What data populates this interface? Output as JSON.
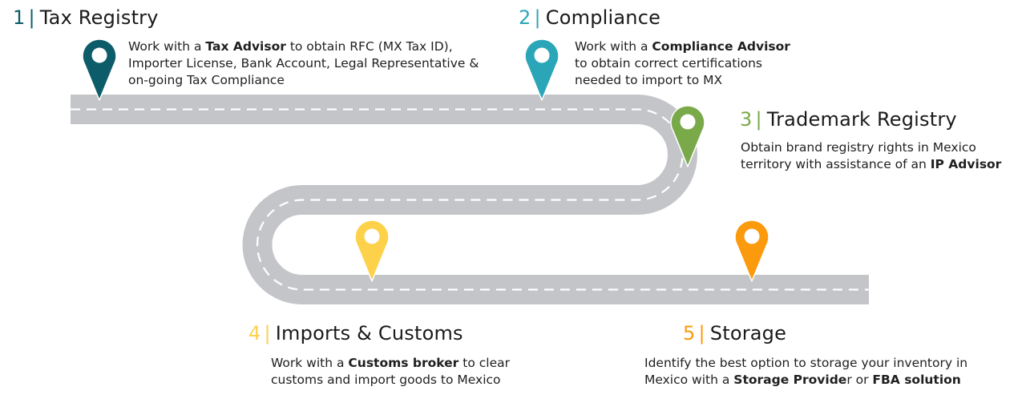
{
  "colors": {
    "road": "#c4c5c8",
    "road_marking": "#ffffff",
    "step1": "#0d5c69",
    "step2": "#2ba6b8",
    "step3": "#7aa94a",
    "step4": "#fdd14a",
    "step5": "#fb9a0d"
  },
  "steps": [
    {
      "number": "1",
      "separator": "|",
      "title": "Tax Registry",
      "icon": "map-pin-icon",
      "description": [
        {
          "text": "Work with a ",
          "bold": false
        },
        {
          "text": "Tax Advisor",
          "bold": true
        },
        {
          "text": " to obtain RFC (MX Tax ID),",
          "bold": false
        },
        {
          "br": true
        },
        {
          "text": "Importer License, Bank Account, Legal Representative &",
          "bold": false
        },
        {
          "br": true
        },
        {
          "text": "on-going Tax Compliance",
          "bold": false
        }
      ]
    },
    {
      "number": "2",
      "separator": "|",
      "title": "Compliance",
      "icon": "map-pin-icon",
      "description": [
        {
          "text": "Work with a ",
          "bold": false
        },
        {
          "text": "Compliance Advisor",
          "bold": true
        },
        {
          "br": true
        },
        {
          "text": "to obtain correct certifications",
          "bold": false
        },
        {
          "br": true
        },
        {
          "text": "needed to import to MX",
          "bold": false
        }
      ]
    },
    {
      "number": "3",
      "separator": "|",
      "title": "Trademark Registry",
      "icon": "map-pin-icon",
      "description": [
        {
          "text": "Obtain brand registry rights in Mexico",
          "bold": false
        },
        {
          "br": true
        },
        {
          "text": "territory with assistance of an ",
          "bold": false
        },
        {
          "text": "IP Advisor",
          "bold": true
        }
      ]
    },
    {
      "number": "4",
      "separator": "|",
      "title": "Imports & Customs",
      "icon": "map-pin-icon",
      "description": [
        {
          "text": "Work with a ",
          "bold": false
        },
        {
          "text": "Customs broker",
          "bold": true
        },
        {
          "text": " to clear",
          "bold": false
        },
        {
          "br": true
        },
        {
          "text": "customs and import goods to Mexico",
          "bold": false
        }
      ]
    },
    {
      "number": "5",
      "separator": "|",
      "title": "Storage",
      "icon": "map-pin-icon",
      "description": [
        {
          "text": "Identify the best option to storage your inventory in",
          "bold": false
        },
        {
          "br": true
        },
        {
          "text": "Mexico with a ",
          "bold": false
        },
        {
          "text": "Storage Provide",
          "bold": true
        },
        {
          "text": "r or ",
          "bold": false
        },
        {
          "text": "FBA solution",
          "bold": true
        }
      ]
    }
  ]
}
